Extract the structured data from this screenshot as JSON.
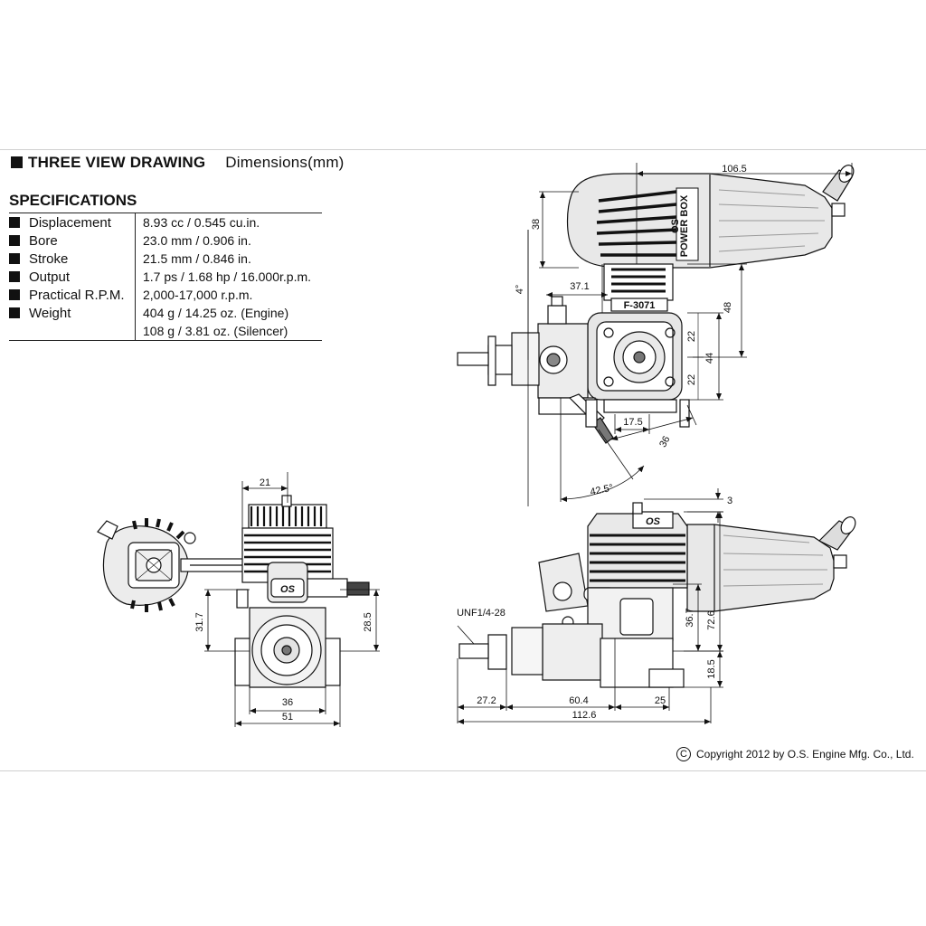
{
  "header": {
    "title": "THREE VIEW DRAWING",
    "units": "Dimensions(mm)"
  },
  "specs": {
    "title": "SPECIFICATIONS",
    "rows": [
      {
        "label": "Displacement",
        "value": "8.93 cc / 0.545 cu.in."
      },
      {
        "label": "Bore",
        "value": "23.0 mm / 0.906 in."
      },
      {
        "label": "Stroke",
        "value": "21.5 mm / 0.846 in."
      },
      {
        "label": "Output",
        "value": "1.7 ps / 1.68 hp / 16.000r.p.m."
      },
      {
        "label": "Practical R.P.M.",
        "value": "2,000-17,000 r.p.m."
      },
      {
        "label": "Weight",
        "value": "404 g / 14.25 oz. (Engine)"
      },
      {
        "label": "",
        "value": "108 g / 3.81 oz. (Silencer)"
      }
    ]
  },
  "dimensions": {
    "top": {
      "d106_5": "106.5",
      "d38": "38",
      "d4deg": "4°",
      "d37_1": "37.1",
      "d48": "48",
      "d22a": "22",
      "d44": "44",
      "d22b": "22",
      "d17_5": "17.5",
      "d36": "36",
      "d42_5": "42.5°"
    },
    "front": {
      "d21": "21",
      "d31_7": "31.7",
      "d28_5": "28.5",
      "d36": "36",
      "d51": "51"
    },
    "side": {
      "d3": "3",
      "d36_7": "36.7",
      "d72_6": "72.6",
      "d18_5": "18.5",
      "thread": "UNF1/4-28",
      "d27_2": "27.2",
      "d60_4": "60.4",
      "d25": "25",
      "d112_6": "112.6"
    }
  },
  "labels": {
    "silencer_brand": "POWER BOX",
    "silencer_logo": "OS",
    "model_code": "F-3071",
    "engine_logo": "OS"
  },
  "copyright": "Copyright 2012 by O.S. Engine Mfg. Co., Ltd."
}
